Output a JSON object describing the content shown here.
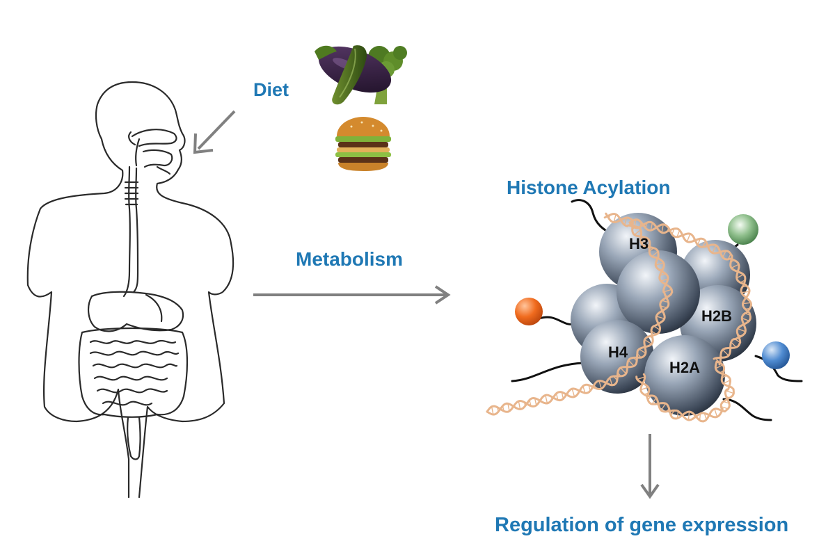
{
  "labels": {
    "diet": "Diet",
    "metabolism": "Metabolism",
    "histone_acylation": "Histone Acylation",
    "regulation": "Regulation of gene expression"
  },
  "histones": {
    "h3": "H3",
    "h4": "H4",
    "h2b": "H2B",
    "h2a": "H2A"
  },
  "colors": {
    "label_blue": "#1f78b4",
    "arrow_gray": "#808080",
    "histone_blue": "#5f7187",
    "dna_tan": "#e8b58c",
    "ball_orange": "#e8621a",
    "ball_green": "#4f8f4f",
    "ball_blue": "#2f6fb8"
  },
  "icons": [
    "human-body-outline-icon",
    "vegetables-icon",
    "burger-icon",
    "nucleosome-icon"
  ]
}
